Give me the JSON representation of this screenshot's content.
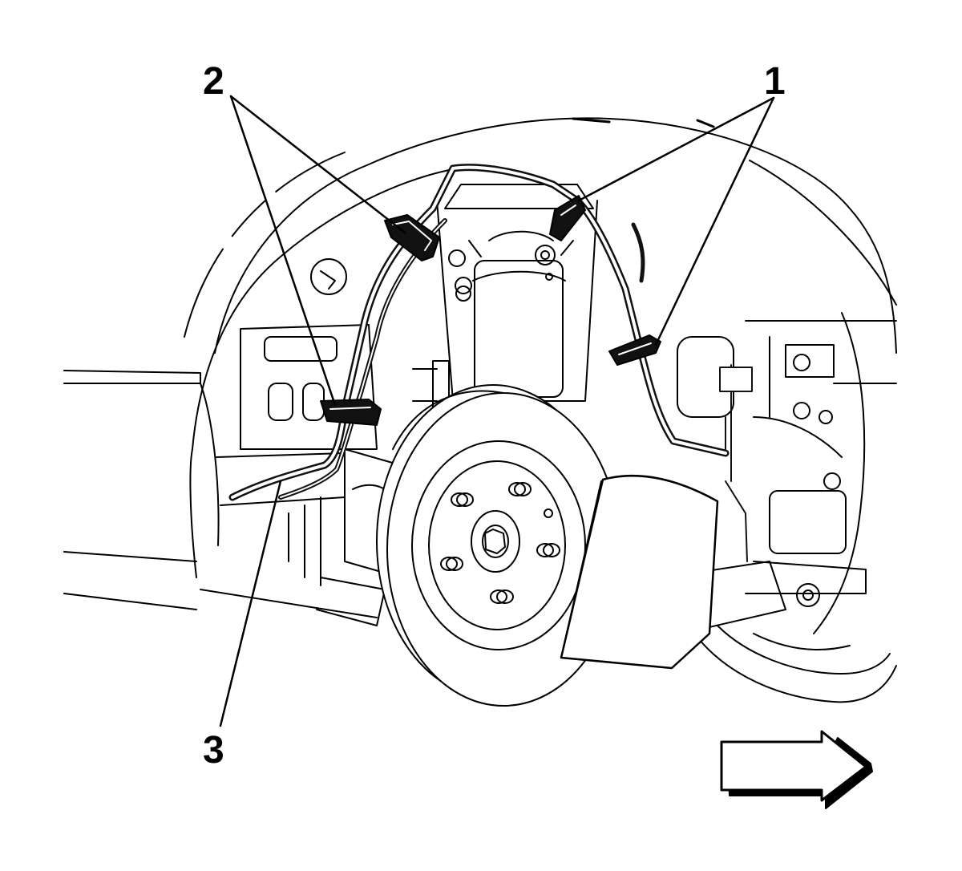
{
  "callouts": [
    {
      "id": "1",
      "text": "1"
    },
    {
      "id": "2",
      "text": "2"
    },
    {
      "id": "3",
      "text": "3"
    }
  ],
  "colors": {
    "line": "#000000",
    "fill": "#ffffff",
    "hose": "#111111"
  },
  "icons": {
    "direction_arrow": "right-arrow-icon"
  }
}
